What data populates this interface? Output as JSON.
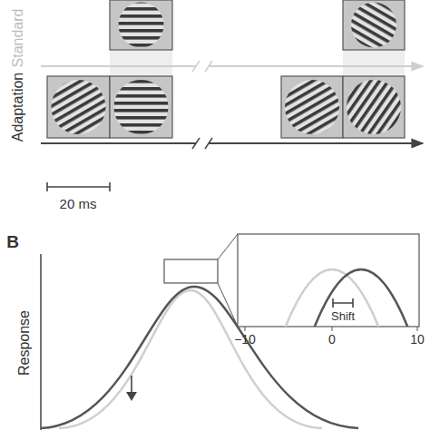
{
  "diagram": {
    "labels": [
      "Standard",
      "Adaptation",
      "20 ms",
      "B",
      "Response",
      "−10",
      "0",
      "10",
      "Shift"
    ]
  }
}
